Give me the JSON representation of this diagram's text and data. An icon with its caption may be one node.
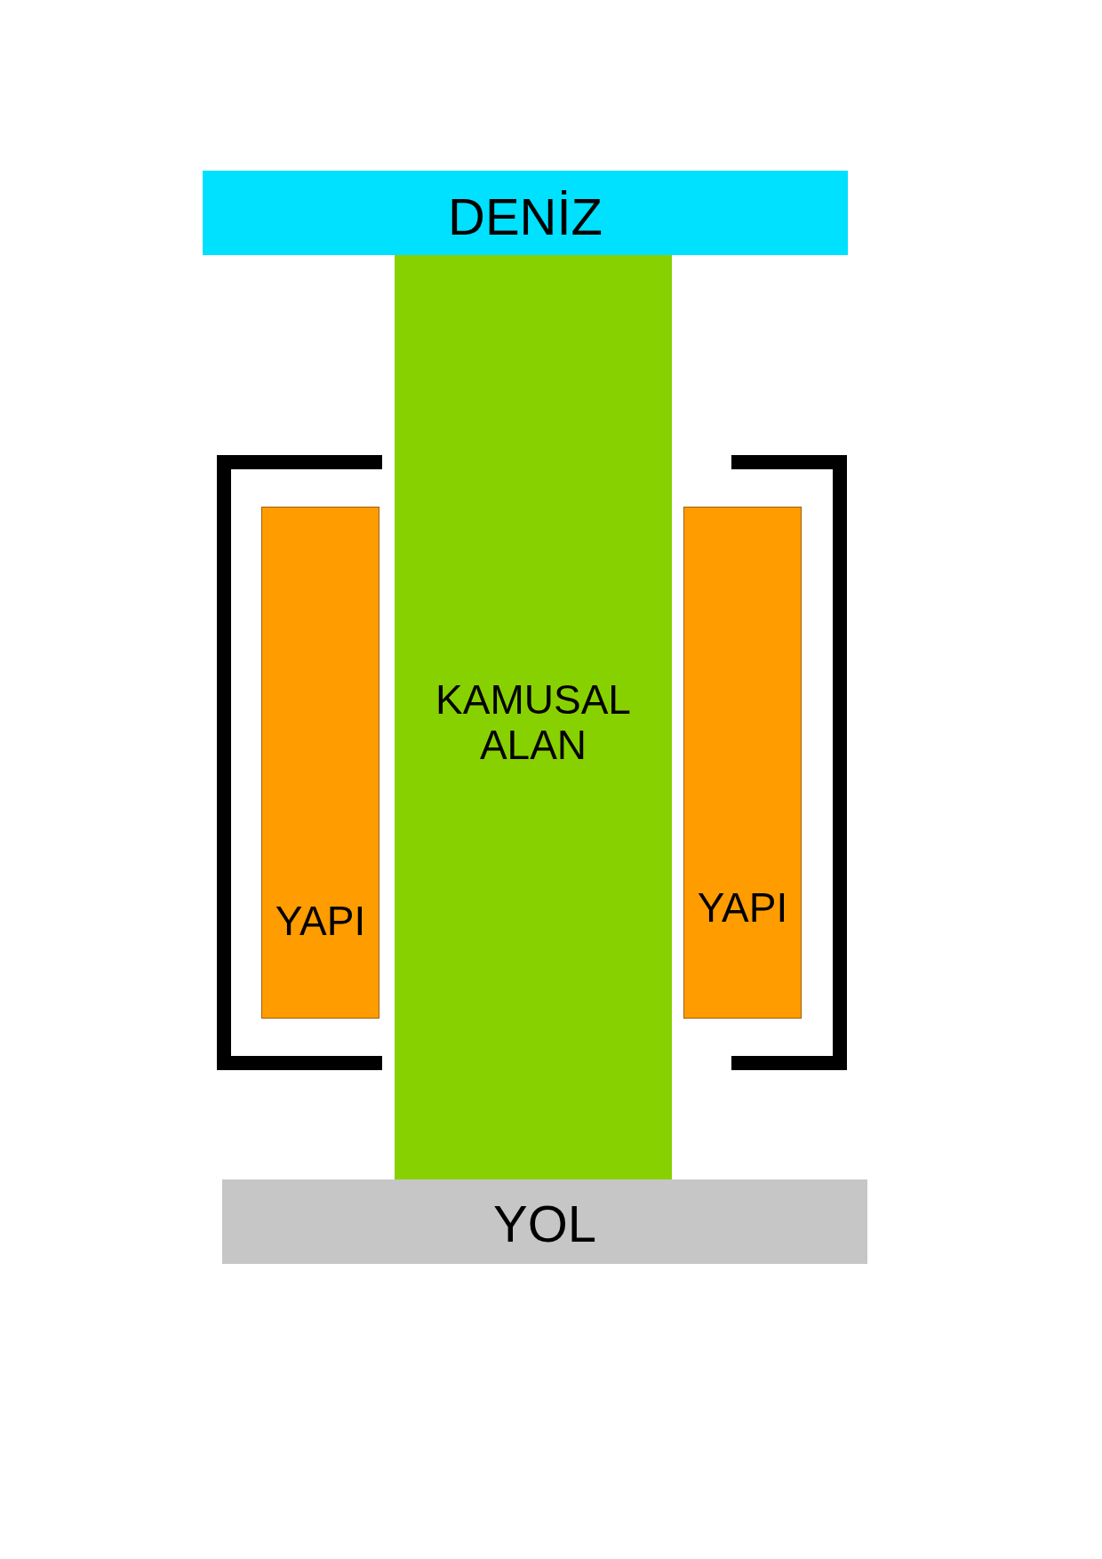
{
  "diagram": {
    "nodes": [
      {
        "text": [
          "DENİZ"
        ]
      },
      {
        "text": [
          "KAMUSAL ALAN"
        ]
      },
      {
        "text": [
          "YAPI"
        ]
      },
      {
        "text": [
          "YAPI"
        ]
      },
      {
        "text": [
          "YOL"
        ]
      }
    ],
    "edges": []
  }
}
